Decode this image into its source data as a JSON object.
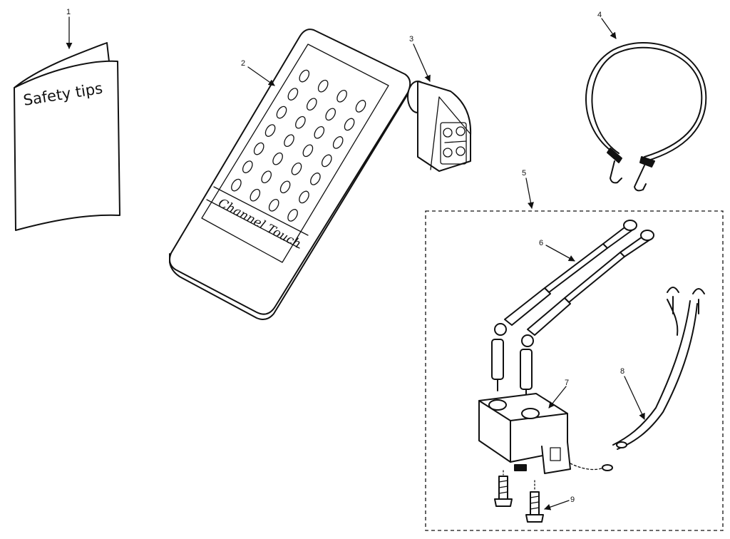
{
  "booklet": {
    "title": "Safety tips"
  },
  "remote": {
    "brand": "Channel Touch"
  },
  "callouts": {
    "c1": "1",
    "c2": "2",
    "c3": "3",
    "c4": "4",
    "c5": "5",
    "c6": "6",
    "c7": "7",
    "c8": "8",
    "c9": "9"
  }
}
